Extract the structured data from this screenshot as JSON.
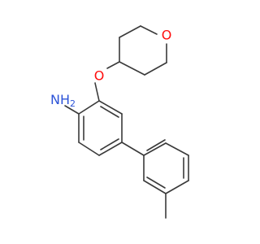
{
  "colors": {
    "bond": "#3a3a3a",
    "oxygen": "#ff0d0d",
    "nitrogen": "#2d54d8",
    "background": "#ffffff"
  },
  "atoms": [
    {
      "id": "ring-oxygen",
      "label": "O",
      "element": "oxygen"
    },
    {
      "id": "ether-oxygen",
      "label": "O",
      "element": "oxygen"
    },
    {
      "id": "amine-nitrogen",
      "label": "NH",
      "sub": "2",
      "element": "nitrogen"
    }
  ]
}
